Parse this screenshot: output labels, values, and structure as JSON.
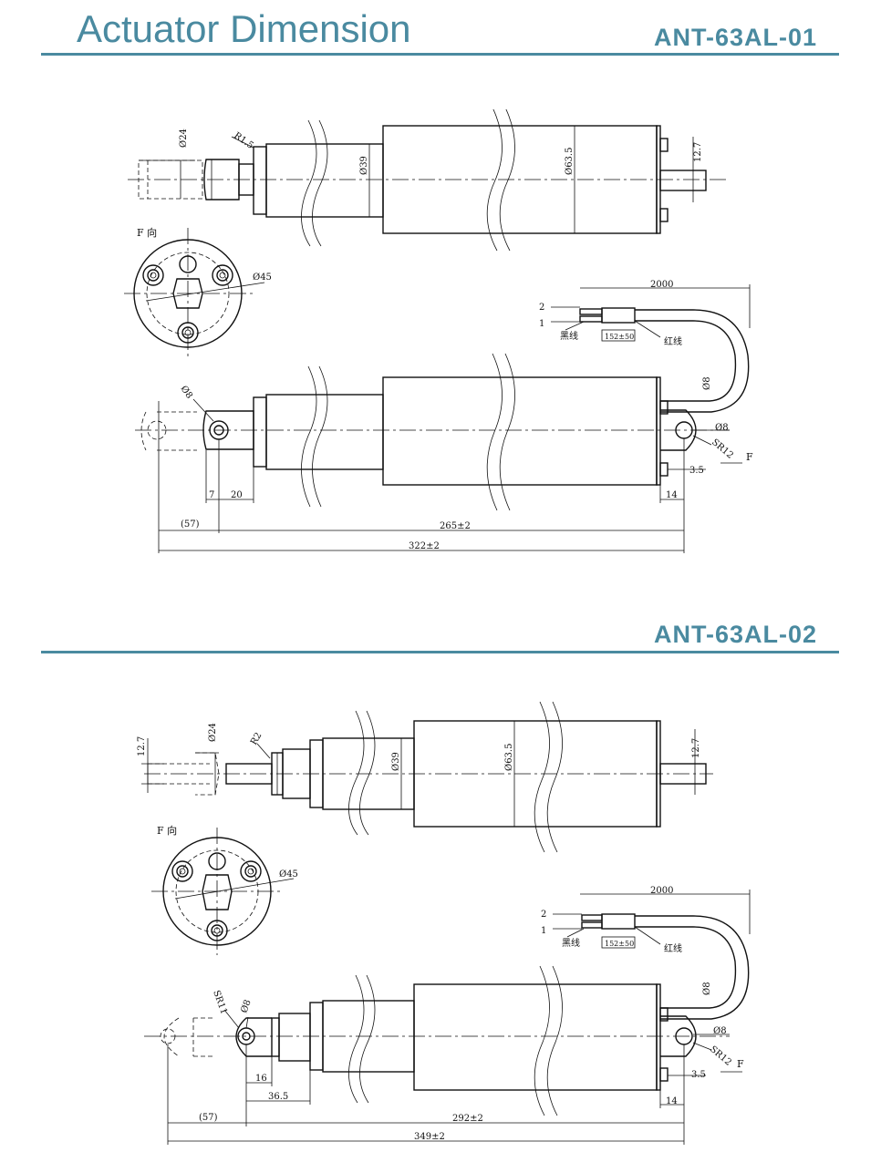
{
  "header": {
    "title": "Actuator Dimension"
  },
  "sections": [
    {
      "model": "ANT-63AL-01",
      "dims": {
        "d_rod": "Ø24",
        "r_fillet": "R1.5",
        "d_tube": "Ø39",
        "d_body": "Ø63.5",
        "pin_width": "12.7",
        "f_view": "F 向",
        "pcd": "Ø45",
        "cable_len": "2000",
        "wire_2": "2",
        "wire_1": "1",
        "black_wire": "黑线",
        "strip_len": "152±50",
        "red_wire": "红线",
        "pin_dia_front": "Ø8",
        "cable_dia": "Ø8",
        "pin_dia_rear": "Ø8",
        "rear_radius": "SR12",
        "force": "F",
        "offset": "3.5",
        "w7": "7",
        "w20": "20",
        "w14": "14",
        "stroke": "(57)",
        "retracted": "265±2",
        "extended": "322±2"
      }
    },
    {
      "model": "ANT-63AL-02",
      "dims": {
        "pin_width_front": "12.7",
        "d_rod": "Ø24",
        "r_fillet": "R2",
        "d_tube": "Ø39",
        "d_body": "Ø63.5",
        "pin_width_rear": "12.7",
        "f_view": "F 向",
        "pcd": "Ø45",
        "cable_len": "2000",
        "wire_2": "2",
        "wire_1": "1",
        "black_wire": "黑线",
        "strip_len": "152±50",
        "red_wire": "红线",
        "front_radius": "SR11",
        "pin_dia_front": "Ø8",
        "cable_dia": "Ø8",
        "pin_dia_rear": "Ø8",
        "rear_radius": "SR12",
        "force": "F",
        "offset": "3.5",
        "w16": "16",
        "w365": "36.5",
        "w14": "14",
        "stroke": "(57)",
        "retracted": "292±2",
        "extended": "349±2"
      }
    }
  ]
}
